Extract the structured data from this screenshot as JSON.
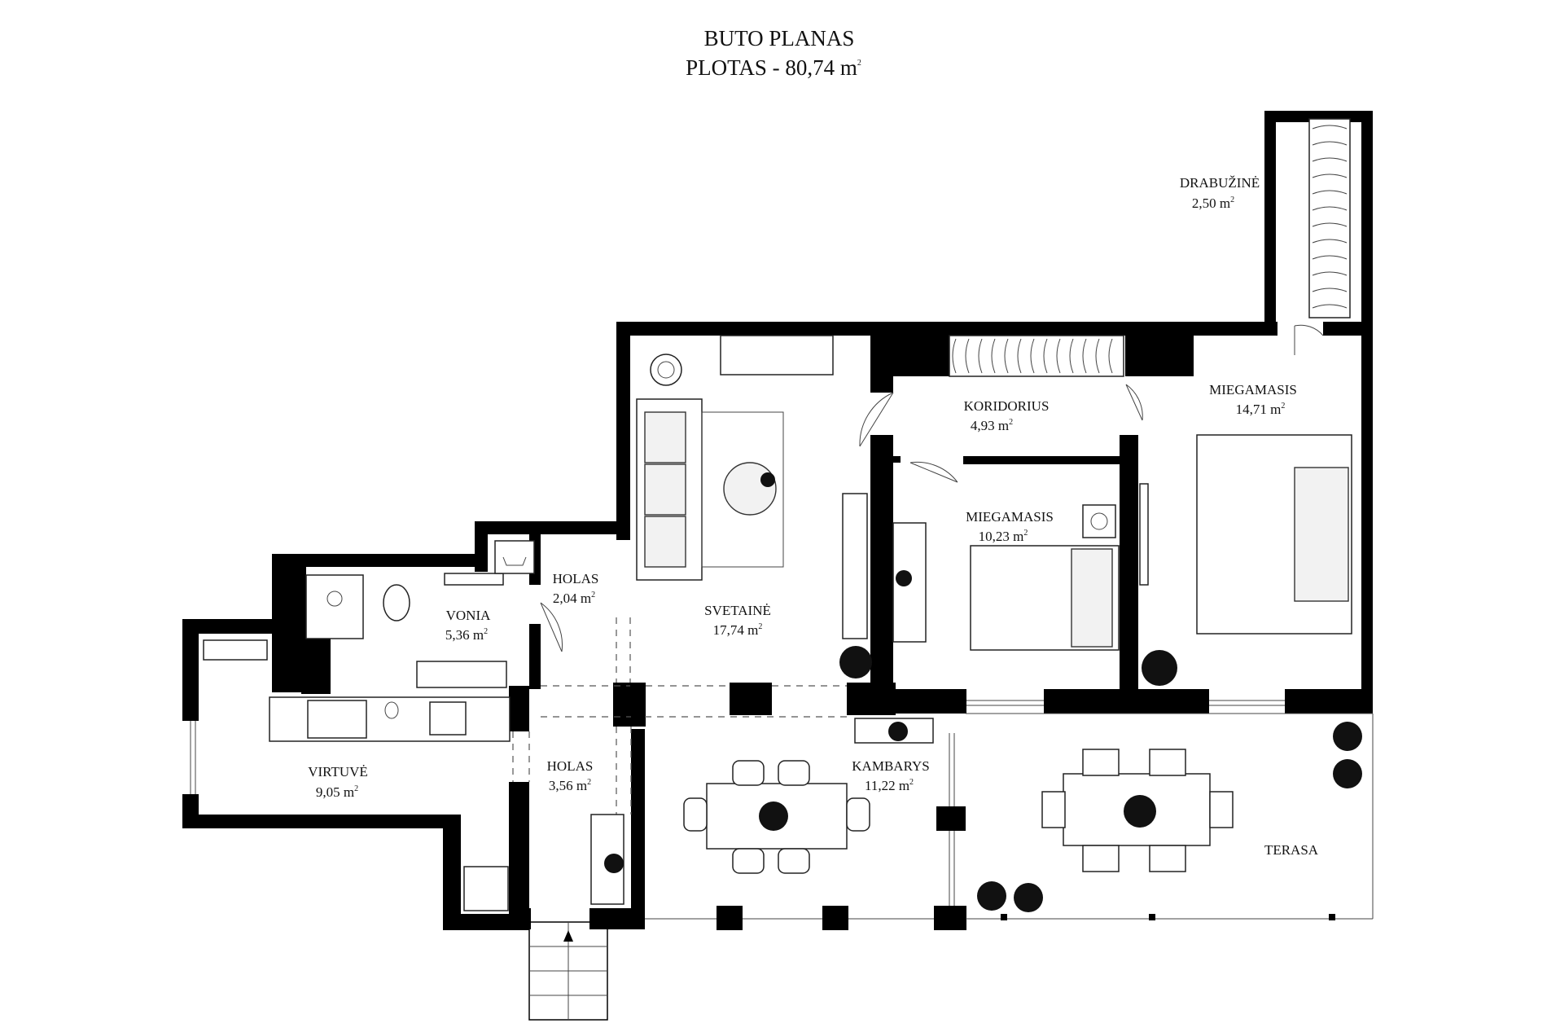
{
  "header": {
    "title": "BUTO PLANAS",
    "area_text": "PLOTAS - 80,74 m",
    "area_sup": "2"
  },
  "rooms": [
    {
      "id": "drabuzine",
      "name": "DRABUŽINĖ",
      "area": "2,50 m",
      "sup": "2"
    },
    {
      "id": "miegamasis-large",
      "name": "MIEGAMASIS",
      "area": "14,71 m",
      "sup": "2"
    },
    {
      "id": "koridorius",
      "name": "KORIDORIUS",
      "area": "4,93 m",
      "sup": "2"
    },
    {
      "id": "miegamasis-small",
      "name": "MIEGAMASIS",
      "area": "10,23 m",
      "sup": "2"
    },
    {
      "id": "holas-upper",
      "name": "HOLAS",
      "area": "2,04 m",
      "sup": "2"
    },
    {
      "id": "vonia",
      "name": "VONIA",
      "area": "5,36 m",
      "sup": "2"
    },
    {
      "id": "svetaine",
      "name": "SVETAINĖ",
      "area": "17,74 m",
      "sup": "2"
    },
    {
      "id": "virtuve",
      "name": "VIRTUVĖ",
      "area": "9,05 m",
      "sup": "2"
    },
    {
      "id": "holas-lower",
      "name": "HOLAS",
      "area": "3,56 m",
      "sup": "2"
    },
    {
      "id": "kambarys",
      "name": "KAMBARYS",
      "area": "11,22 m",
      "sup": "2"
    },
    {
      "id": "terasa",
      "name": "TERASA"
    }
  ],
  "colors": {
    "wall": "#000000",
    "background": "#ffffff",
    "line": "#222222"
  }
}
